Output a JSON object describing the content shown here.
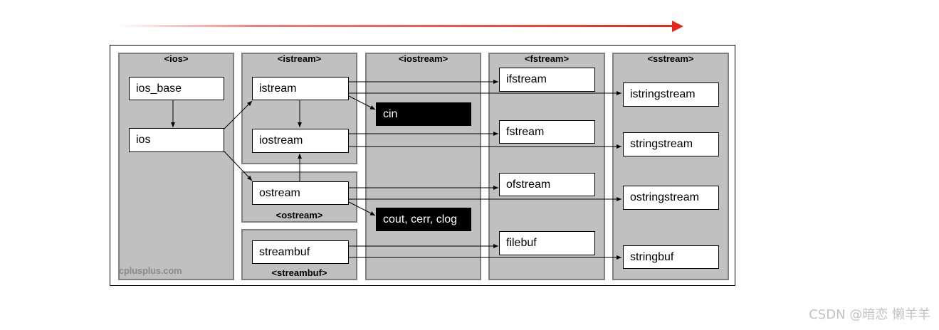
{
  "groups": {
    "ios": "<ios>",
    "istream": "<istream>",
    "ostream": "<ostream>",
    "streambuf": "<streambuf>",
    "iostream": "<iostream>",
    "fstream": "<fstream>",
    "sstream": "<sstream>"
  },
  "classes": {
    "ios_base": "ios_base",
    "ios": "ios",
    "istream": "istream",
    "iostream": "iostream",
    "ostream": "ostream",
    "streambuf": "streambuf",
    "ifstream": "ifstream",
    "fstream": "fstream",
    "ofstream": "ofstream",
    "filebuf": "filebuf",
    "istringstream": "istringstream",
    "stringstream": "stringstream",
    "ostringstream": "ostringstream",
    "stringbuf": "stringbuf"
  },
  "objects": {
    "cin": "cin",
    "cout_cerr_clog": "cout, cerr, clog"
  },
  "watermark": "cplusplus.com",
  "credit": "CSDN @暗恋 懒羊羊",
  "colors": {
    "group_fill": "#c0c0c0",
    "group_border": "#808080",
    "arrow_red": "#e8261c",
    "object_fill": "#000000"
  },
  "edges": [
    [
      "ios_base",
      "ios"
    ],
    [
      "ios",
      "istream"
    ],
    [
      "ios",
      "ostream"
    ],
    [
      "istream",
      "iostream"
    ],
    [
      "ostream",
      "iostream"
    ],
    [
      "istream",
      "cin"
    ],
    [
      "ostream",
      "cout_cerr_clog"
    ],
    [
      "istream",
      "ifstream"
    ],
    [
      "istream",
      "istringstream"
    ],
    [
      "iostream",
      "fstream"
    ],
    [
      "iostream",
      "stringstream"
    ],
    [
      "ostream",
      "ofstream"
    ],
    [
      "ostream",
      "ostringstream"
    ],
    [
      "streambuf",
      "filebuf"
    ],
    [
      "streambuf",
      "stringbuf"
    ]
  ]
}
